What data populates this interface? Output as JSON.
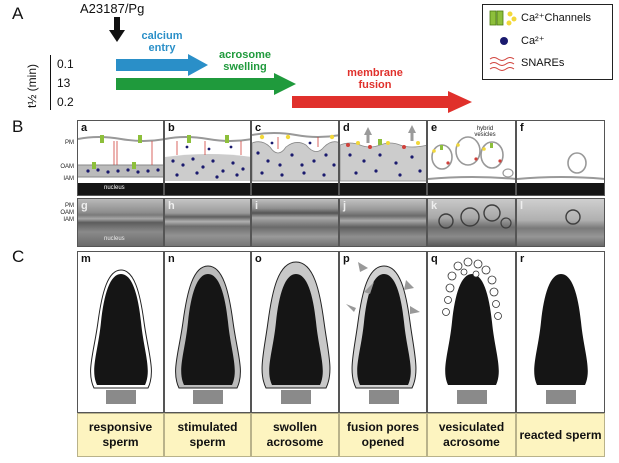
{
  "section_labels": {
    "a": "A",
    "b": "B",
    "c": "C"
  },
  "treatment": "A23187/Pg",
  "time_axis": {
    "label": "t½ (min)",
    "ticks": [
      "0.1",
      "13",
      "0.2"
    ]
  },
  "arrows": [
    {
      "label": "calcium entry",
      "color": "#2a8fc8"
    },
    {
      "label": "acrosome swelling",
      "color": "#1f9a3c"
    },
    {
      "label": "membrane fusion",
      "color": "#e0302b"
    }
  ],
  "legend": {
    "channels": "Ca²⁺Channels",
    "calcium": "Ca²⁺",
    "snares": "SNAREs"
  },
  "row_b": {
    "side_labels": [
      "PM",
      "OAM",
      "IAM"
    ],
    "nucleus": "nucleus",
    "hybrid_vesicles": "hybrid vesicles",
    "panels": [
      "a",
      "b",
      "c",
      "d",
      "e",
      "f"
    ],
    "em_side_labels": [
      "PM",
      "OAM",
      "IAM"
    ],
    "em_nucleus": "nucleus",
    "em_panels": [
      "g",
      "h",
      "i",
      "j",
      "k",
      "l"
    ]
  },
  "row_c": {
    "panels": [
      "m",
      "n",
      "o",
      "p",
      "q",
      "r"
    ],
    "captions": [
      "responsive sperm",
      "stimulated sperm",
      "swollen acrosome",
      "fusion pores opened",
      "vesiculated acrosome",
      "reacted sperm"
    ]
  },
  "colors": {
    "calcium_arrow": "#2a8fc8",
    "swelling_arrow": "#1f9a3c",
    "fusion_arrow": "#e0302b",
    "caption_bg": "#fdf4c0",
    "dot": "#1a1a6e",
    "nucleus": "#151515"
  }
}
